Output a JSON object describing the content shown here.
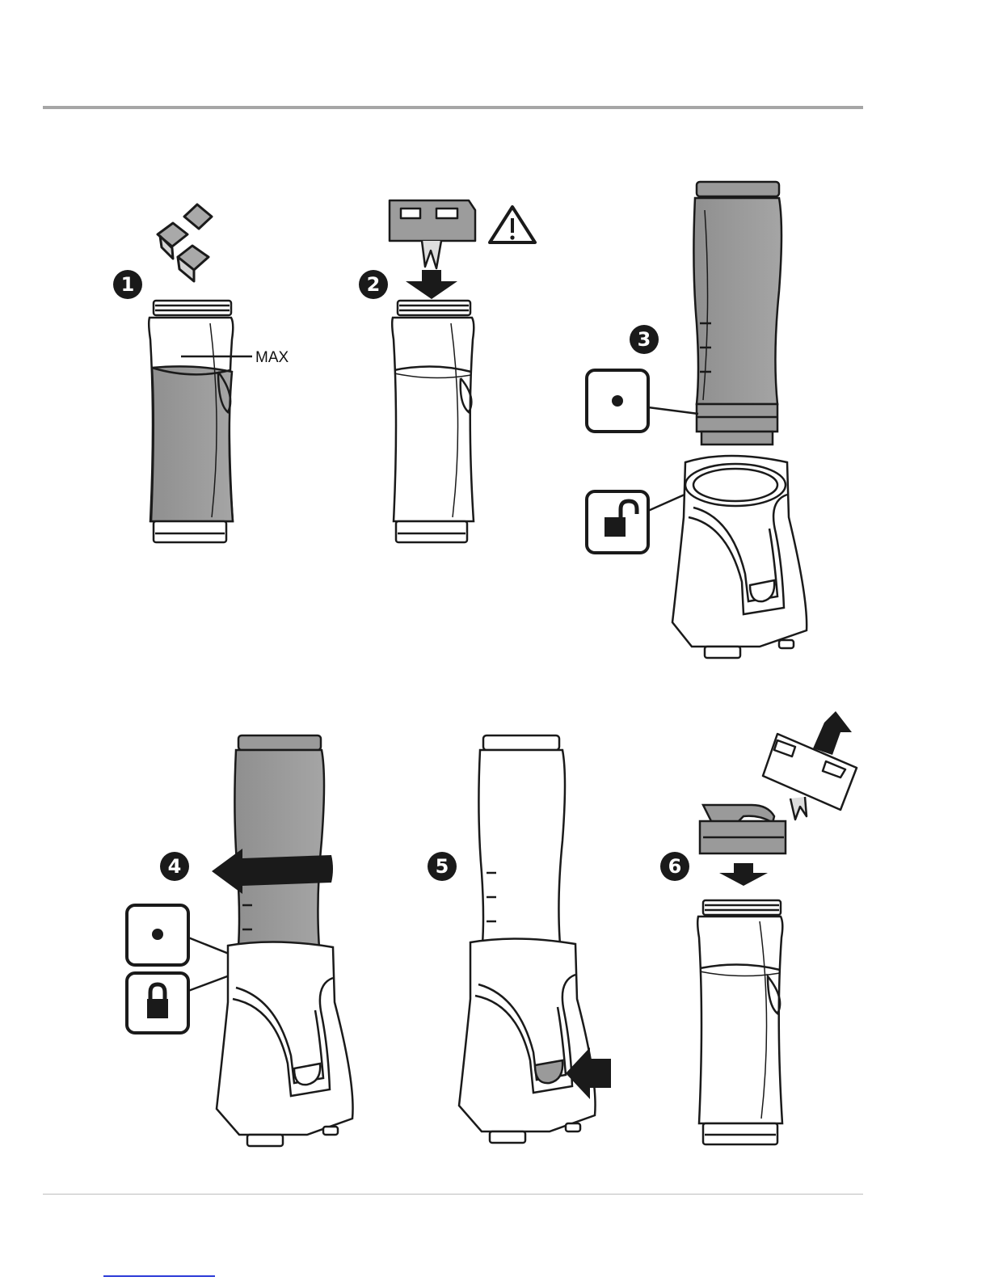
{
  "steps": [
    {
      "number": "1",
      "label_max": "MAX"
    },
    {
      "number": "2"
    },
    {
      "number": "3"
    },
    {
      "number": "4"
    },
    {
      "number": "5"
    },
    {
      "number": "6"
    }
  ],
  "icons": [
    "ice-cubes-icon",
    "blade-assembly-icon",
    "warning-triangle-icon",
    "dot-symbol-icon",
    "unlock-symbol-icon",
    "lock-symbol-icon",
    "arrow-icon"
  ],
  "colors": {
    "fill_gray": "#9a9a9a",
    "line": "#1a1a1a",
    "rule": "#a6a6a6"
  }
}
